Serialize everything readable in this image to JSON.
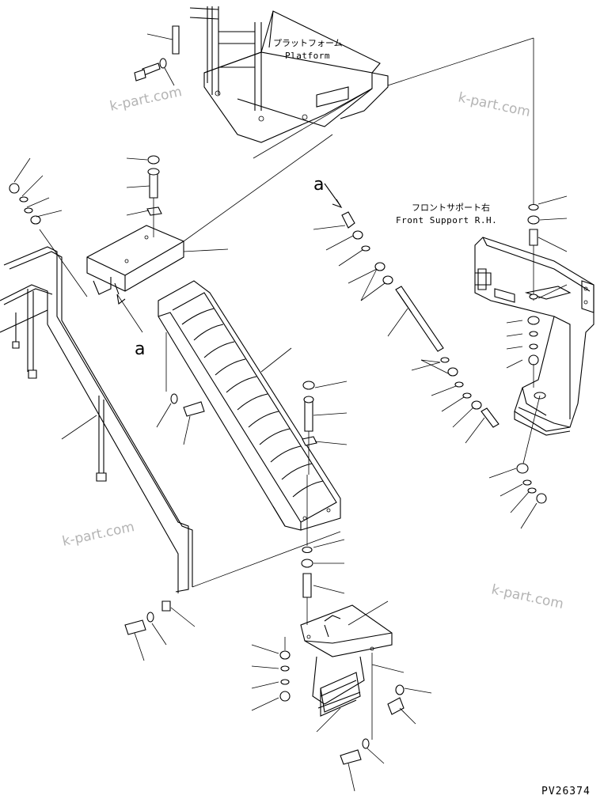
{
  "labels": {
    "platform_jp": "プラットフォーム",
    "platform_en": "Platform",
    "front_support_jp": "フロントサポート右",
    "front_support_en": "Front Support R.H.",
    "ref_a_top": "a",
    "ref_a_left": "a",
    "drawing_code": "PV26374"
  },
  "watermarks": [
    "k-part.com",
    "k-part.com",
    "k-part.com",
    "k-part.com"
  ]
}
